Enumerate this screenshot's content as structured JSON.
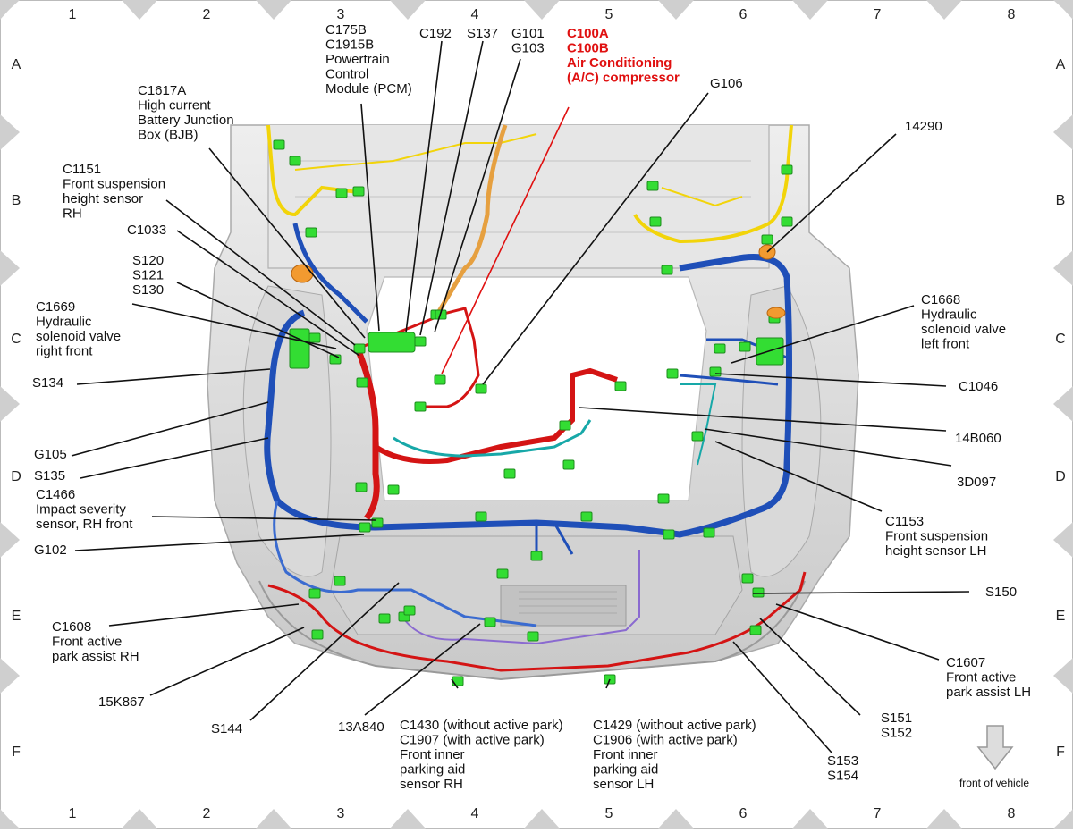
{
  "grid": {
    "columns": [
      "1",
      "2",
      "3",
      "4",
      "5",
      "6",
      "7",
      "8"
    ],
    "rows": [
      "A",
      "B",
      "C",
      "D",
      "E",
      "F"
    ]
  },
  "callouts": {
    "c175b": [
      "C175B",
      "C1915B",
      "Powertrain",
      "Control",
      "Module (PCM)"
    ],
    "c192": [
      "C192"
    ],
    "s137": [
      "S137"
    ],
    "g101": [
      "G101",
      "G103"
    ],
    "c100": [
      "C100A",
      "C100B",
      "Air Conditioning",
      "(A/C) compressor"
    ],
    "g106": [
      "G106"
    ],
    "c1617a": [
      "C1617A",
      "High current",
      "Battery Junction",
      "Box (BJB)"
    ],
    "c1151": [
      "C1151",
      "Front suspension",
      "height sensor",
      "RH"
    ],
    "c1033": [
      "C1033"
    ],
    "s120": [
      "S120",
      "S121",
      "S130"
    ],
    "c1669": [
      "C1669",
      "Hydraulic",
      "solenoid valve",
      "right front"
    ],
    "s134": [
      "S134"
    ],
    "g105": [
      "G105"
    ],
    "s135": [
      "S135"
    ],
    "c1466": [
      "C1466",
      "Impact severity",
      "sensor, RH front"
    ],
    "g102": [
      "G102"
    ],
    "c1608": [
      "C1608",
      "Front active",
      "park assist RH"
    ],
    "k15867": [
      "15K867"
    ],
    "s144": [
      "S144"
    ],
    "a13840": [
      "13A840"
    ],
    "c1430": [
      "C1430 (without active park)",
      "C1907 (with active park)",
      "Front inner",
      "parking aid",
      "sensor RH"
    ],
    "c1429": [
      "C1429 (without active park)",
      "C1906 (with active park)",
      "Front inner",
      "parking aid",
      "sensor LH"
    ],
    "s153": [
      "S153",
      "S154"
    ],
    "s151": [
      "S151",
      "S152"
    ],
    "c1607": [
      "C1607",
      "Front active",
      "park assist LH"
    ],
    "s150": [
      "S150"
    ],
    "c1153": [
      "C1153",
      "Front suspension",
      "height sensor LH"
    ],
    "d3097": [
      "3D097"
    ],
    "b14060": [
      "14B060"
    ],
    "c1046": [
      "C1046"
    ],
    "c1668": [
      "C1668",
      "Hydraulic",
      "solenoid valve",
      "left front"
    ],
    "n14290": [
      "14290"
    ]
  },
  "legend": {
    "front_of_vehicle": "front of vehicle",
    "arrow_icon": "down-arrow-icon"
  },
  "colors": {
    "red_callout": "#e01010",
    "harness_blue": "#1f4fb8",
    "harness_red": "#d41414",
    "harness_yellow": "#f2d40a",
    "connector_green": "#33dd33",
    "harness_orange": "#e6a040",
    "frame_gray": "#d8d8d8"
  }
}
